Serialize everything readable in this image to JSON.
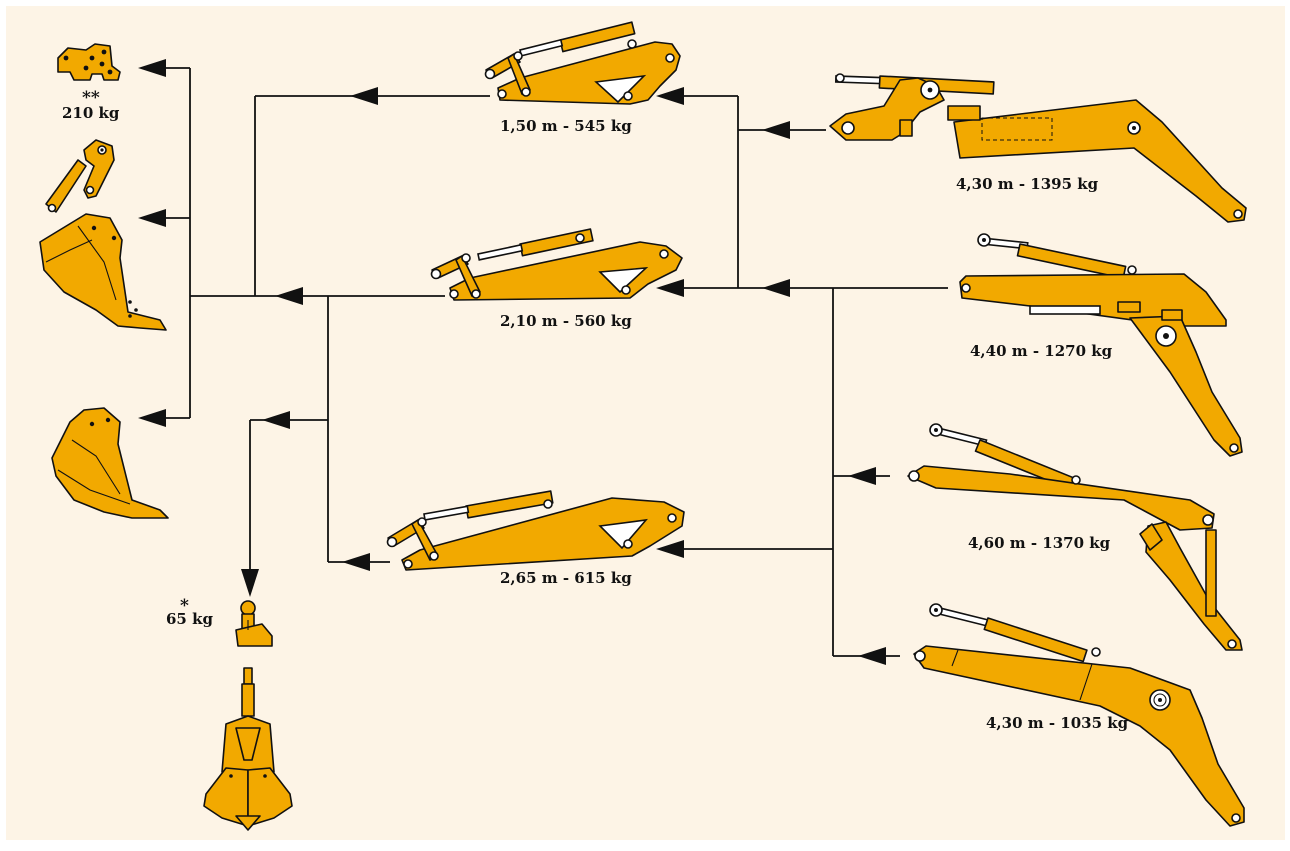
{
  "colors": {
    "background": "#fdf4e6",
    "equipment": "#f2a900",
    "outline": "#111111",
    "pivot": "#ffffff"
  },
  "labels": {
    "quick_coupler_mark": "**",
    "quick_coupler_weight": "210 kg",
    "stick_150": "1,50 m - 545 kg",
    "stick_210": "2,10 m - 560 kg",
    "stick_265": "2,65 m - 615 kg",
    "rotator_mark": "*",
    "rotator_weight": "65 kg",
    "boom_430_adjustable": "4,30 m - 1395 kg",
    "boom_440": "4,40 m - 1270 kg",
    "boom_460": "4,60 m - 1370 kg",
    "boom_430_mono": "4,30 m - 1035 kg"
  },
  "icons": [
    "quick-coupler-icon",
    "bucket-linkage-icon",
    "digging-bucket-icon",
    "ditch-bucket-icon",
    "rotator-icon",
    "clamshell-grab-icon",
    "stick-icon",
    "boom-icon",
    "adjustable-boom-joint-icon"
  ]
}
